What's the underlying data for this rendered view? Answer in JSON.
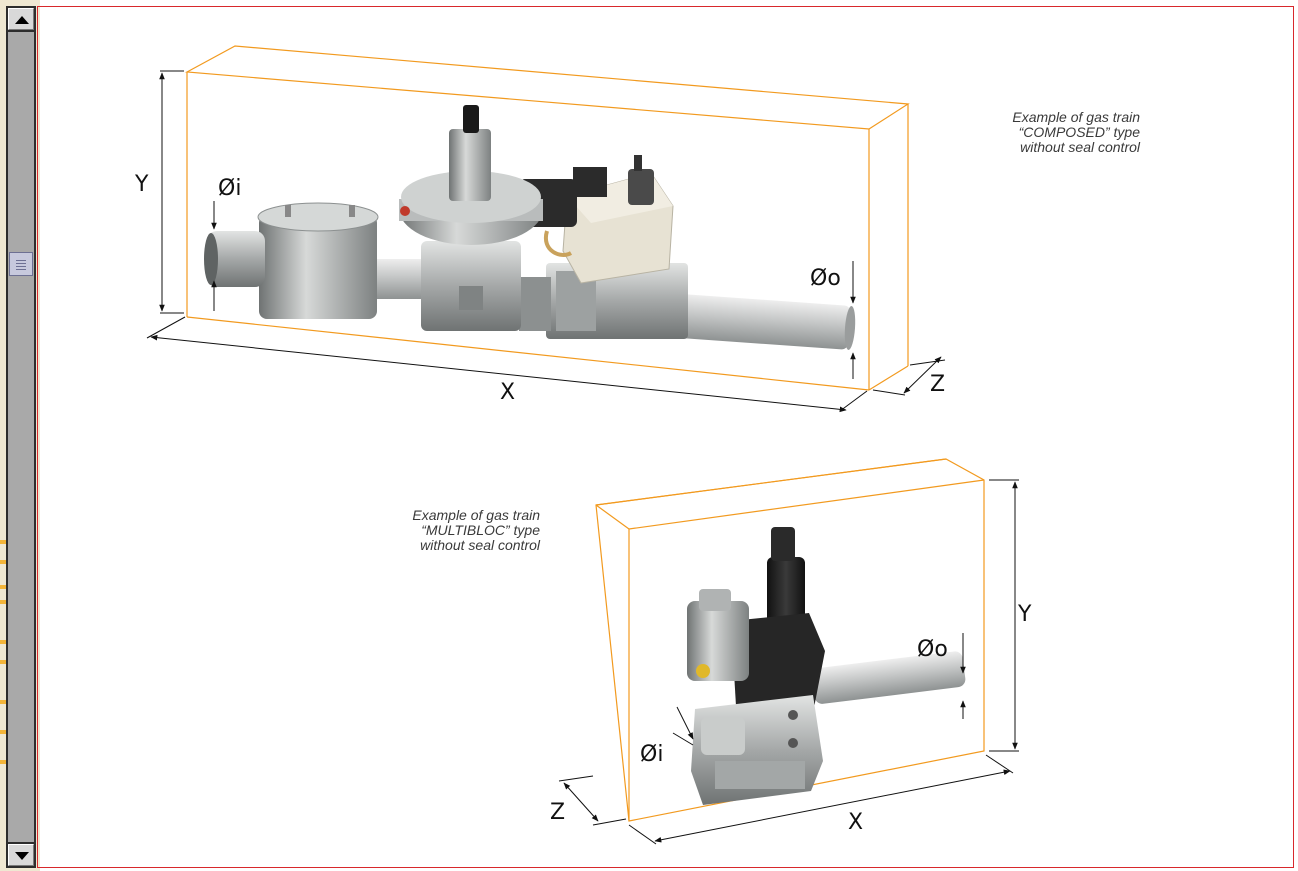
{
  "scrollbar": {
    "position_fraction": 0.28
  },
  "colors": {
    "box_outline": "#f29a1f",
    "frame_border": "#d8282c",
    "dimension_lines": "#111111"
  },
  "diagram_composed": {
    "caption": [
      "Example of gas train",
      "“COMPOSED” type",
      "without seal control"
    ],
    "dim_x": "X",
    "dim_y": "Y",
    "dim_z": "Z",
    "dia_in": "Øi",
    "dia_out": "Øo"
  },
  "diagram_multibloc": {
    "caption": [
      "Example of gas train",
      "“MULTIBLOC” type",
      "without seal control"
    ],
    "dim_x": "X",
    "dim_y": "Y",
    "dim_z": "Z",
    "dia_in": "Øi",
    "dia_out": "Øo"
  }
}
